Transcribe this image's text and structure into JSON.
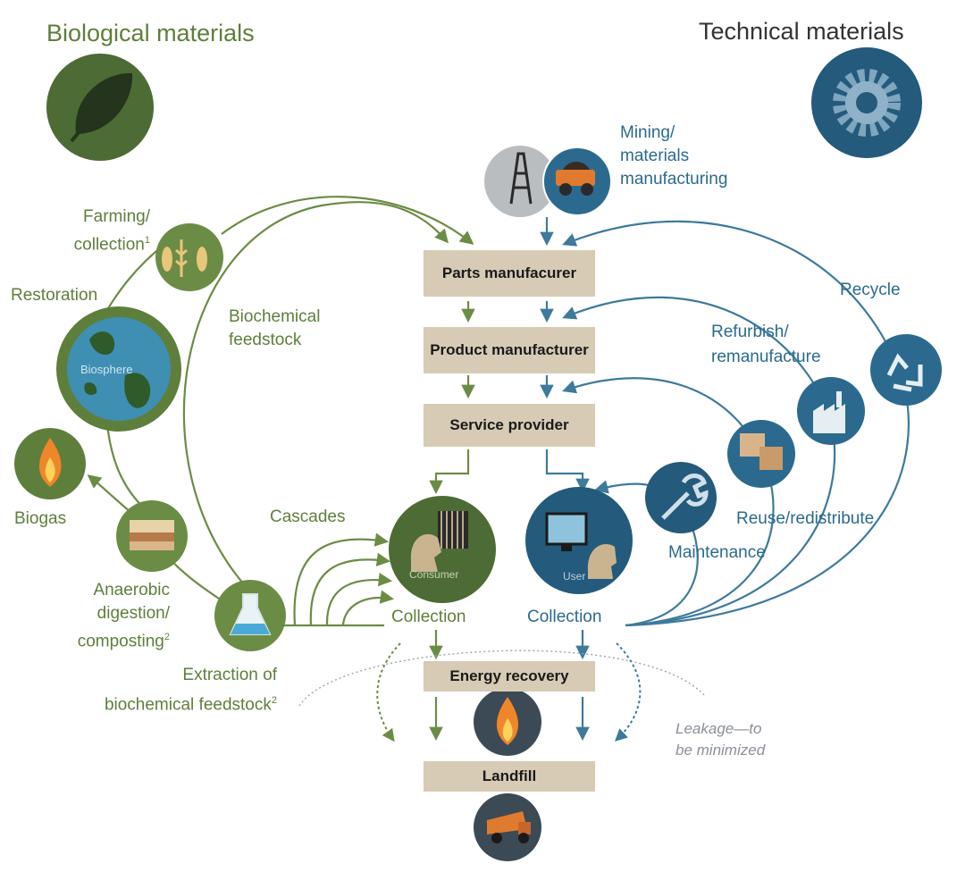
{
  "title_biological": "Biological materials",
  "title_technical": "Technical materials",
  "flow_boxes": {
    "parts": "Parts\nmanufacurer",
    "product": "Product\nmanufacturer",
    "service": "Service provider",
    "energy": "Energy recovery",
    "landfill": "Landfill"
  },
  "bio_labels": {
    "farming": "Farming/\ncollection",
    "farming_note": "1",
    "restoration": "Restoration",
    "biosphere": "Biosphere",
    "biochemical_feedstock": "Biochemical\nfeedstock",
    "biogas": "Biogas",
    "cascades": "Cascades",
    "consumer": "Consumer",
    "anaerobic": "Anaerobic\ndigestion/\ncomposting",
    "anaerobic_note": "2",
    "extraction": "Extraction of\nbiochemical feedstock",
    "extraction_note": "2",
    "collection": "Collection"
  },
  "tech_labels": {
    "mining": "Mining/\nmaterials\nmanufacturing",
    "recycle": "Recycle",
    "refurbish": "Refurbish/\nremanufacture",
    "reuse": "Reuse/redistribute",
    "maintenance": "Maintenance",
    "user": "User",
    "collection": "Collection"
  },
  "leakage": "Leakage—to\nbe minimized",
  "colors": {
    "bio_green": "#5e7f3b",
    "bio_dark": "#4d6b34",
    "tech_blue": "#2b6a8e",
    "tech_dark": "#245a7c",
    "box_tan": "#d7cbb6",
    "dark_circle": "#3c4a55"
  },
  "icons": [
    "leaf-icon",
    "gear-icon",
    "oil-derrick-icon",
    "mining-truck-icon",
    "wheat-fish-icon",
    "globe-icon",
    "flame-icon",
    "soil-layers-icon",
    "flask-icon",
    "consumer-icon",
    "user-computer-icon",
    "wrench-icon",
    "boxes-icon",
    "factory-icon",
    "recycle-icon",
    "dump-truck-icon"
  ]
}
